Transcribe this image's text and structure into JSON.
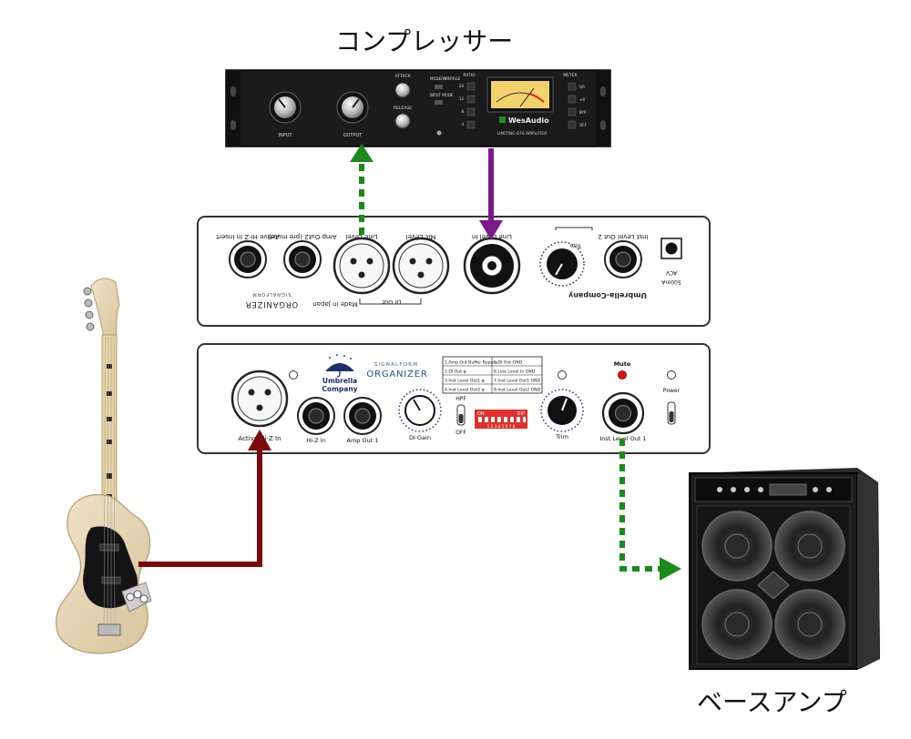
{
  "labels": {
    "compressor": "コンプレッサー",
    "bass_amp": "ベースアンプ"
  },
  "compressor": {
    "brand": "WesAudio",
    "model": "LIMITING 876 AMPLIFIER",
    "knob_input": "INPUT",
    "knob_output": "OUTPUT",
    "attack": "ATTACK",
    "release": "RELEASE",
    "mode_modern": "MODERN",
    "mode_vintage": "VINTAGE",
    "input_mode": "INPUT MODE",
    "ratio": "RATIO",
    "meter": "METER",
    "ratio_values": [
      "20",
      "12",
      "8",
      "4"
    ],
    "meter_values": [
      "GR",
      "+8",
      "BYP",
      "OFF"
    ]
  },
  "back_panel": {
    "active_hiz_insert": "Active Hi-Z In Insert",
    "amp_out2": "Amp Out2 (pre mute)",
    "line_level": "Line Level",
    "mic_level": "Mic Level",
    "line_level_in": "Line Level In",
    "trim": "Trim",
    "inst_level_out2": "Inst Level Out 2",
    "acv": "ACV",
    "acv_current": "500mA",
    "signalform": "SIGNALFORM",
    "organizer": "ORGANIZER",
    "made_in_japan": "Made in Japan",
    "di_out": "DI Out",
    "brand": "Umbrella-Company"
  },
  "front_panel": {
    "active_hiz_in": "Active Hi-Z In",
    "hiz_in": "Hi-Z In",
    "amp_out1": "Amp Out 1",
    "brand_line1": "Umbrella",
    "brand_line2": "Company",
    "signalform": "SIGNALFORM",
    "organizer": "ORGANIZER",
    "di_gain": "DI Gain",
    "hpf": "HPF",
    "off": "OFF",
    "dip_on": "ON",
    "dip_label": "DIP",
    "dip_numbers": "1 2 3 4 5 6 7 8",
    "trim": "Trim",
    "inst_level_out1": "Inst Level Out 1",
    "mute": "Mute",
    "power": "Power",
    "dip_table": [
      "1.Amp Out Buffer Bypass",
      "5.DI Out GND",
      "2.DI Out φ",
      "6.Line Level In GND",
      "3.Inst Level Out1 φ",
      "7.Inst Level Out1 GND",
      "4.Inst Level Out2 φ",
      "8.Inst Level Out2 GND"
    ]
  },
  "colors": {
    "send_arrow": "#1a8a1a",
    "return_arrow": "#7a1a8a",
    "input_arrow": "#7a0a0a",
    "panel_border": "#333333",
    "mute_led": "#dd1111",
    "dip_switch": "#e0302a",
    "meter_face": "#f1d26b"
  }
}
